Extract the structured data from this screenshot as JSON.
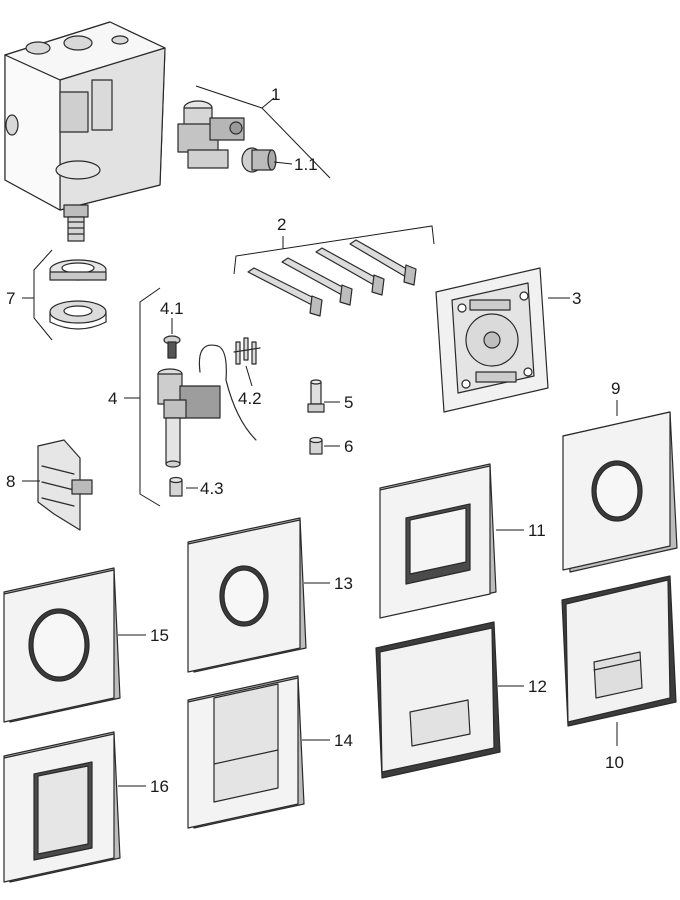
{
  "labels": {
    "l1": "1",
    "l1_1": "1.1",
    "l2": "2",
    "l3": "3",
    "l4": "4",
    "l4_1": "4.1",
    "l4_2": "4.2",
    "l4_3": "4.3",
    "l5": "5",
    "l6": "6",
    "l7": "7",
    "l8": "8",
    "l9": "9",
    "l10": "10",
    "l11": "11",
    "l12": "12",
    "l13": "13",
    "l14": "14",
    "l15": "15",
    "l16": "16"
  },
  "colors": {
    "line": "#2a2a2a",
    "part_light": "#ededed",
    "part_mid": "#c9c9c9",
    "part_dark": "#8c8c8c",
    "plate_face": "#f2f2f2"
  }
}
